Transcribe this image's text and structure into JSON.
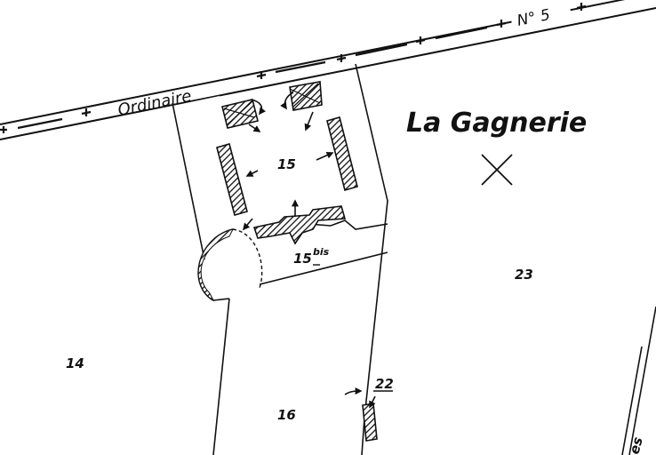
{
  "map": {
    "road": {
      "name_label": "Ordinaire",
      "number_label": "N° 5",
      "boundary_marker": "+"
    },
    "place_name": "La Gagnerie",
    "cross_marker": "✕",
    "parcels": {
      "p15": "15",
      "p15bis_number": "15",
      "p15bis_suffix": "bis",
      "p14": "14",
      "p16": "16",
      "p22": "22",
      "p23": "23"
    },
    "edge_fragment": "es"
  },
  "colors": {
    "ink": "#111111",
    "paper": "#ffffff"
  }
}
